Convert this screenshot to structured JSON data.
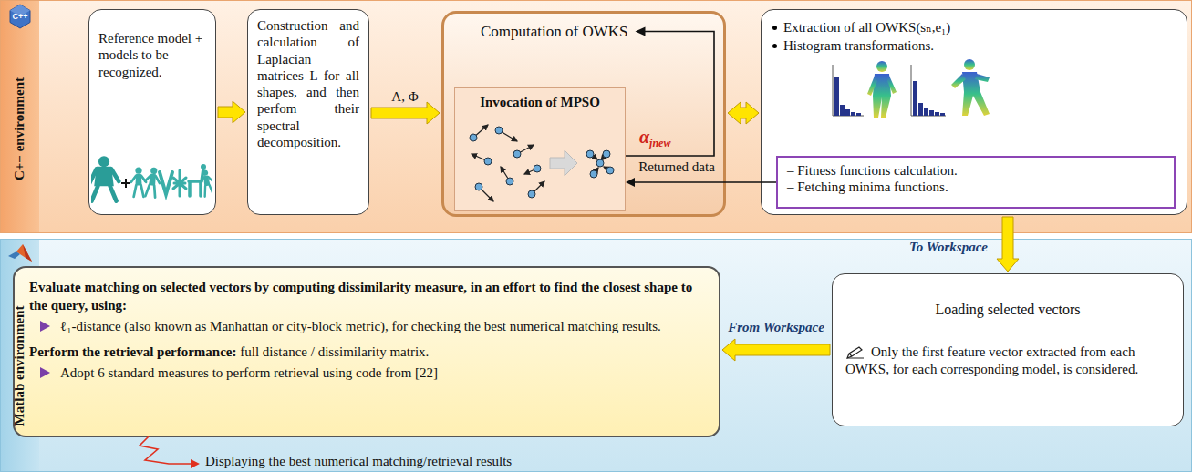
{
  "diagram": {
    "nodes": [
      {
        "text": [
          "C++ environment"
        ]
      },
      {
        "text": [
          "Reference model + models to be recognized."
        ],
        "in": 0
      },
      {
        "text": [
          "Construction and calculation of Laplacian matrices L for all shapes, and then perfom their spectral decomposition."
        ],
        "in": 0
      },
      {
        "text": [
          "Computation of OWKS"
        ],
        "in": 0
      },
      {
        "text": [
          "Invocation of MPSO"
        ],
        "in": 3
      },
      {
        "text": [
          "Extraction of all OWKS(sₙ,e₁)",
          "Histogram transformations."
        ],
        "in": 0
      },
      {
        "text": [
          "– Fitness functions calculation.",
          "– Fetching minima functions."
        ],
        "in": 5
      },
      {
        "text": [
          "Matlab environment"
        ]
      },
      {
        "text": [
          "Loading selected vectors",
          "Only the first feature vector extracted from each OWKS, for each corresponding model, is considered."
        ],
        "in": 7
      },
      {
        "text": [
          "Evaluate matching on selected vectors by computing dissimilarity measure, in an effort to find the closest shape to the query, using:",
          "ℓ₁-distance (also known as Manhattan or city-block metric), for checking the best numerical matching results.",
          "Perform the retrieval performance:",
          "full distance / dissimilarity matrix.",
          "Adopt 6 standard measures to perform retrieval using code from [22]"
        ],
        "in": 7
      }
    ],
    "edges": [
      {
        "from": 1,
        "to": 2,
        "arrow": "to"
      },
      {
        "from": 2,
        "to": 3,
        "label": "Λ, Φ",
        "arrow": "to"
      },
      {
        "from": 3,
        "to": 5,
        "arrow": "both"
      },
      {
        "from": 6,
        "to": 4,
        "label": "Returned data",
        "arrow": "to"
      },
      {
        "from": 5,
        "to": 8,
        "label": "To Workspace",
        "arrow": "to"
      },
      {
        "from": 8,
        "to": 9,
        "label": "From Workspace",
        "arrow": "to"
      }
    ],
    "labels": [
      "C++",
      "α",
      "jnew",
      "Displaying the best numerical matching/retrieval results"
    ]
  }
}
